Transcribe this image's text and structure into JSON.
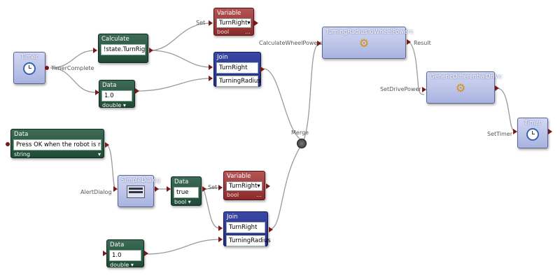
{
  "nodes": {
    "timer1": {
      "title": "Timer",
      "icon": "clock-icon"
    },
    "calculate": {
      "title": "Calculate",
      "expression": "!state.TurnRight"
    },
    "variable1": {
      "title": "Variable",
      "value": "TurnRight",
      "type": "bool",
      "ellipsis": "..."
    },
    "join1": {
      "title": "Join",
      "field1": "TurnRight",
      "field2": "TurningRadius"
    },
    "data1": {
      "title": "Data",
      "value": "1.0",
      "type": "double"
    },
    "turning": {
      "title": "TurningRadiusToWheelPowers",
      "icon": "gear-icon"
    },
    "differential": {
      "title": "GenericDifferentialDrive",
      "icon": "gear-icon"
    },
    "timer2": {
      "title": "Timer",
      "icon": "clock-icon"
    },
    "data_alert": {
      "title": "Data",
      "value": "Press OK when the robot is ready",
      "type": "string"
    },
    "simpledialog": {
      "title": "SimpleDialog",
      "icon": "dialog-icon"
    },
    "data_bool": {
      "title": "Data",
      "value": "true",
      "type": "bool"
    },
    "variable2": {
      "title": "Variable",
      "value": "TurnRight",
      "type": "bool",
      "ellipsis": "..."
    },
    "join2": {
      "title": "Join",
      "field1": "TurnRight",
      "field2": "TurningRadius"
    },
    "data2": {
      "title": "Data",
      "value": "1.0",
      "type": "double"
    }
  },
  "labels": {
    "timer_complete": "TimerComplete",
    "set1": "Set",
    "calc_wheel": "CalculateWheelPowers",
    "result": "Result",
    "set_drive": "SetDrivePower",
    "merge": "Merge",
    "set_timer": "SetTimer",
    "alert_dialog": "AlertDialog",
    "set2": "Set"
  },
  "colors": {
    "wire": "#9a9a9a",
    "pin": "#7a1818",
    "green": "#2d5a45",
    "red": "#a03c3c",
    "navy": "#2a3590",
    "service": "#b8c0e8"
  }
}
